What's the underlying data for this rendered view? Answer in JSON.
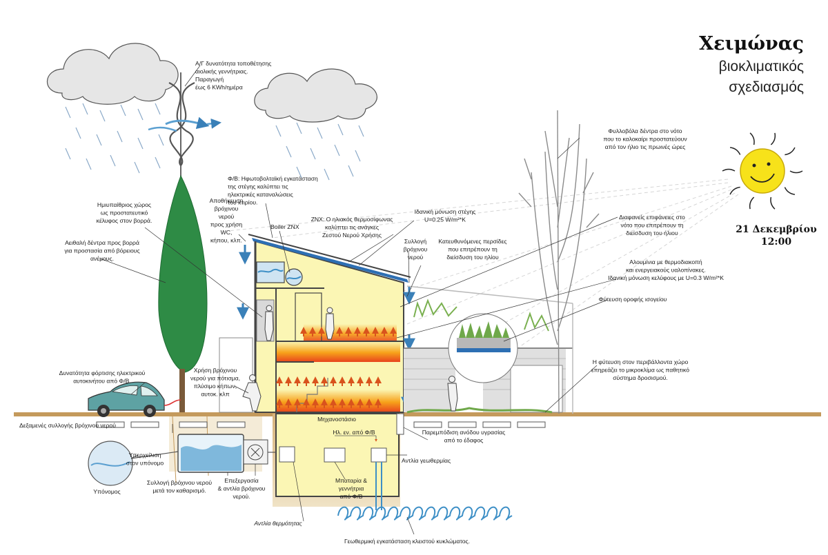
{
  "title": {
    "main": "Χειμώνας",
    "sub_line1": "βιοκλιματικός",
    "sub_line2": "σχεδιασμός"
  },
  "date": {
    "line1": "21 Δεκεμβρίου",
    "line2": "12:00"
  },
  "labels": {
    "wind": [
      "Α/Γ δυνατότητα τοποθέτησης",
      "αιολικής γεννήτριας.",
      "Παραγωγή",
      "έως 6 KWh/ημέρα"
    ],
    "pv": [
      "Φ/Β: Ηφωτοβολταϊκή εγκατάσταση",
      "της στέγης καλύπτει τις",
      "ηλεκτρικές καταναλώσεις",
      "του κτιρίου."
    ],
    "rain_storage": [
      "Αποθήκευση",
      "βρόχινου",
      "νερού",
      "προς χρήση",
      "WC,",
      "κήπου, κλπ."
    ],
    "semi_open": [
      "Ημιυπαίθριος χώρος",
      "ως προστατευτικό",
      "κέλυφος στον βορρά."
    ],
    "evergreen": [
      "Αειθαλή δέντρα προς βορρά",
      "για προστασία από βόρειους",
      "ανέμους."
    ],
    "boiler": "Boiler ZNX",
    "solar_water": [
      "ZNX: Ο ηλιακός θερμοσίφωνας",
      "καλύπτει τις ανάγκες",
      "Ζεστού Νερού Χρήσης"
    ],
    "roof_insulation": [
      "Ιδανική μόνωση στέγης",
      "U=0.25 W/m²*K"
    ],
    "rain_collect": [
      "Συλλογή",
      "βρόχινου",
      "νερού"
    ],
    "pergola": [
      "Κατευθυνόμενες περσίδες",
      "που επιτρέπουν τη",
      "διείσδυση του ηλίου"
    ],
    "deciduous": [
      "Φυλλοβόλα δέντρα στο νότο",
      "που το καλοκαίρι προστατεύουν",
      "από τον ήλιο τις πρωινές ώρες"
    ],
    "glazing": [
      "Διαφανείς επιφάνειες στο",
      "νότο που επιτρέπουν τη",
      "διείσδυση του ήλιου"
    ],
    "aluminium": [
      "Αλουμίνια με θερμοδιακοπή",
      "και ενεργειακούς υαλοπίνακες.",
      "Ιδανική μόνωση κελύφους με U=0.3 W/m²*K"
    ],
    "green_roof": "Φύτευση οροφής ισογείου",
    "microclimate": [
      "Η φύτευση στον περιβάλλοντα χώρο",
      "επηρεάζει το μικροκλίμα ως παθητικό",
      "σύστημα δροσισμού."
    ],
    "ev": [
      "Δυνατότητα φόρτισης ηλεκτρικού",
      "αυτοκινήτου από Φ/Β."
    ],
    "rain_use": [
      "Χρήση βρόχινου",
      "νερού για πότισμα,",
      "πλύσιμο κήπων,",
      "αυτοκ. κλπ"
    ],
    "tanks": "Δεξαμενές συλλογής βρόχινου νερού",
    "overflow": [
      "Υπερχείλιση",
      "στον υπόνομο"
    ],
    "sewer": "Υπόνομος",
    "clean_collect": [
      "Συλλογή βρόχινου νερού",
      "μετά τον καθαρισμό."
    ],
    "treatment": [
      "Επεξεργασία",
      "& αντλία βρόχινου",
      "νερού."
    ],
    "machine_room": "Μηχανοστάσιο",
    "pv_power": "Ηλ. εν. από Φ/Β",
    "moisture": [
      "Παρεμπόδιση ανόδου υγρασίας",
      "από το έδαφος"
    ],
    "geo_pump": "Αντλία γεωθερμίας",
    "battery": [
      "Μπαταρία &",
      "γεννήτρια",
      "από Φ/Β"
    ],
    "heat_pump": "Αντλία θερμότητας",
    "geothermal": "Γεωθερμική εγκατάσταση κλειστού κυκλώματος."
  },
  "colors": {
    "sun": "#f7e21a",
    "interior": "#fbf6b4",
    "heat": "#e8431d",
    "tree": "#2e8b45",
    "soil": "#caa56e",
    "water": "#3d8fc6",
    "car": "#5ea2a3"
  },
  "icons": [
    "cloud-icon",
    "rain-icon",
    "wind-turbine-icon",
    "sun-icon",
    "car-icon",
    "tree-icon",
    "house-section-icon",
    "pipe-coil-icon",
    "tank-icon",
    "person-icon"
  ]
}
